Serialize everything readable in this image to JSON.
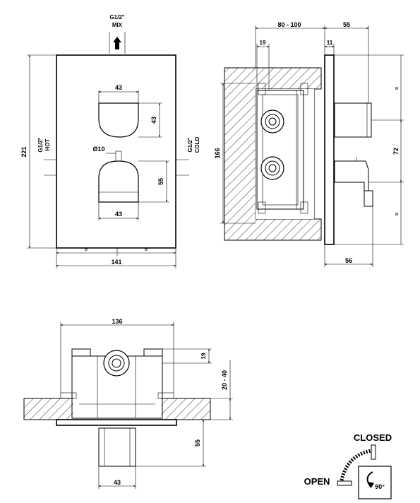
{
  "front_view": {
    "outlet_thread": "G1/2\"",
    "outlet_label": "MIX",
    "hot_thread": "G1/2\"",
    "hot_label": "HOT",
    "cold_thread": "G1/2\"",
    "cold_label": "COLD",
    "dim_overall_height": "221",
    "dim_overall_width": "141",
    "dim_upper_handle_width": "43",
    "dim_upper_handle_height": "43",
    "dim_lower_handle_width": "43",
    "dim_lower_handle_height": "55",
    "dim_spindle_dia": "Ø10",
    "dim_sub_a": "=",
    "dim_sub_b": "="
  },
  "side_view": {
    "dim_wall_depth": "80 - 100",
    "dim_projection": "55",
    "dim_inner": "19",
    "dim_plate": "11",
    "dim_body_height": "166",
    "dim_handle_spacing": "72",
    "dim_handle_eq_a": "=",
    "dim_handle_eq_b": "=",
    "dim_bottom_projection": "56"
  },
  "top_view": {
    "dim_box_width": "136",
    "dim_top_offset": "19",
    "dim_wall_range": "20 - 40",
    "dim_stem_length": "55",
    "dim_stem_width": "43"
  },
  "legend": {
    "closed_label": "CLOSED",
    "open_label": "OPEN",
    "rotation_label": "90°"
  }
}
